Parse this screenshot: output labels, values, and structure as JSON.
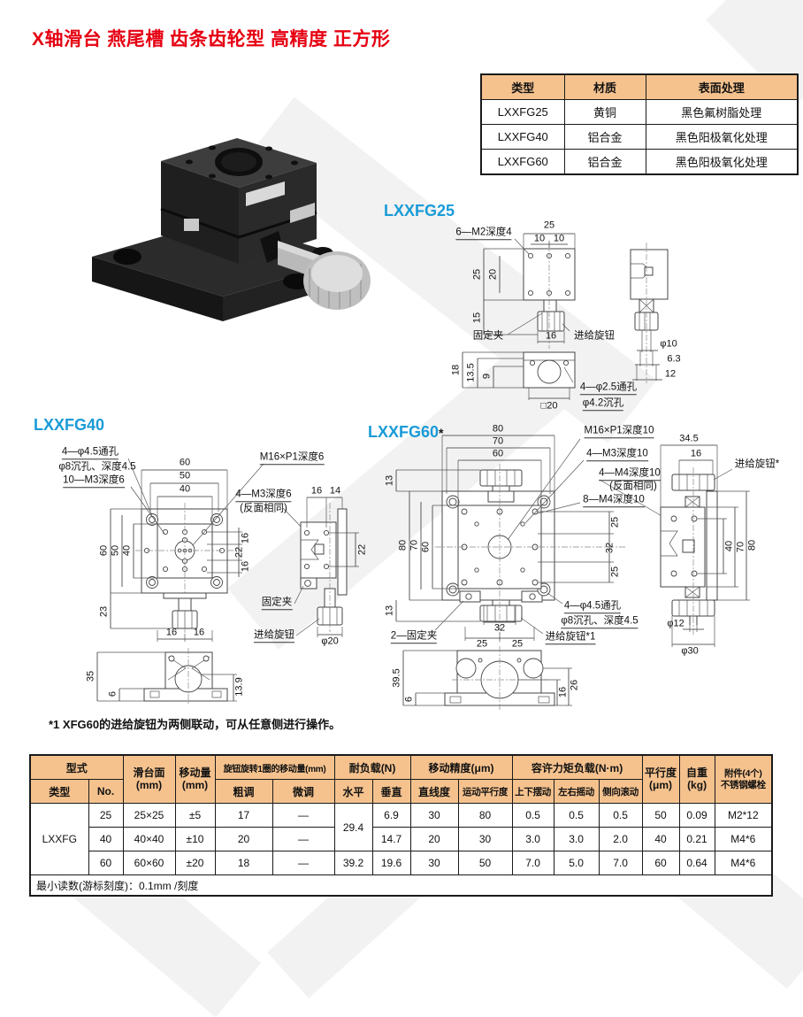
{
  "page": {
    "title": "X轴滑台 燕尾槽 齿条齿轮型 高精度 正方形",
    "footnote": "*1 XFG60的进给旋钮为两侧联动，可从任意侧进行操作。"
  },
  "colors": {
    "accent_red": "#e60012",
    "accent_blue": "#1a9bd7",
    "table_header": "#f5c28e"
  },
  "material_table": {
    "headers": [
      "类型",
      "材质",
      "表面处理"
    ],
    "rows": [
      [
        "LXXFG25",
        "黄铜",
        "黑色氟树脂处理"
      ],
      [
        "LXXFG40",
        "铝合金",
        "黑色阳极氧化处理"
      ],
      [
        "LXXFG60",
        "铝合金",
        "黑色阳极氧化处理"
      ]
    ]
  },
  "drawings": {
    "fg25": {
      "title": "LXXFG25",
      "ann_tap": "6—M2深度4",
      "dim_top25": "25",
      "dim_top10a": "10",
      "dim_top10b": "10",
      "dim_left25": "25",
      "dim_left20": "20",
      "dim_left15": "15",
      "clamp": "固定夹",
      "dim_16": "16",
      "knob": "进给旋钮",
      "dim_18": "18",
      "dim_135": "13.5",
      "dim_9": "9",
      "dim_sq20": "□20",
      "ann_thru": "4—φ2.5通孔",
      "ann_cbore": "φ4.2沉孔",
      "dim_d10": "φ10",
      "dim_63": "6.3",
      "dim_12": "12"
    },
    "fg40": {
      "title": "LXXFG40",
      "ann_thru": "4—φ4.5通孔",
      "ann_cbore": "φ8沉孔、深度4.5",
      "ann_tap": "10—M3深度6",
      "ann_center": "M16×P1深度6",
      "ann_side": "4—M3深度6",
      "ann_side2": "(反面相同)",
      "dim_t60": "60",
      "dim_t50": "50",
      "dim_t40": "40",
      "dim_l60": "60",
      "dim_l50": "50",
      "dim_l40": "40",
      "dim_l23": "23",
      "dim_b16a": "16",
      "dim_b16b": "16",
      "dim_r16a": "16",
      "dim_r22": "22",
      "dim_r16b": "16",
      "sv_16": "16",
      "sv_14": "14",
      "sv_22": "22",
      "clamp": "固定夹",
      "knob": "进给旋钮",
      "dim_d20": "φ20",
      "bv_35": "35",
      "bv_6": "6",
      "bv_139": "13.9"
    },
    "fg60": {
      "title": "LXXFG60",
      "title_star": "*",
      "dim_t80": "80",
      "dim_t70": "70",
      "dim_t60": "60",
      "ann_center": "M16×P1深度10",
      "ann_m3": "4—M3深度10",
      "ann_m4": "4—M4深度10",
      "ann_m4b": "(反面相同)",
      "ann_m4_8": "8—M4深度10",
      "dim_l13t": "13",
      "dim_l80": "80",
      "dim_l70": "70",
      "dim_l60": "60",
      "dim_l13b": "13",
      "dim_r25t": "25",
      "dim_r32": "32",
      "dim_r25b": "25",
      "dim_b32": "32",
      "dim_b25a": "25",
      "dim_b25b": "25",
      "clamp": "2—固定夹",
      "ann_thru": "4—φ4.5通孔",
      "ann_cbore": "φ8沉孔、深度4.5",
      "knob": "进给旋钮*1",
      "sv_345": "34.5",
      "sv_16": "16",
      "sv_knob": "进给旋钮*",
      "sv_40": "40",
      "sv_70": "70",
      "sv_80": "80",
      "sv_d12": "φ12",
      "sv_d30": "φ30",
      "bv_395": "39.5",
      "bv_6": "6",
      "bv_16": "16",
      "bv_26": "26"
    }
  },
  "spec_table": {
    "header": {
      "group_model": "型式",
      "col_type": "类型",
      "col_no": "No.",
      "col_surface_l1": "滑台面",
      "col_surface_l2": "(mm)",
      "col_travel_l1": "移动量",
      "col_travel_l2": "(mm)",
      "group_knob": "旋钮旋转1圈的移动量(mm)",
      "col_coarse": "粗调",
      "col_fine": "微调",
      "group_load": "耐负载(N)",
      "col_horiz": "水平",
      "col_vert": "垂直",
      "group_accuracy": "移动精度(μm)",
      "col_straight": "直线度",
      "col_motion": "运动平行度",
      "group_moment": "容许力矩负载(N·m)",
      "col_pitch": "上下摆动",
      "col_yaw": "左右摇动",
      "col_roll": "侧向滚动",
      "col_parallel_l1": "平行度",
      "col_parallel_l2": "(μm)",
      "col_weight_l1": "自重",
      "col_weight_l2": "(kg)",
      "col_acc_l1": "附件(4个)",
      "col_acc_l2": "不锈钢螺栓"
    },
    "model": "LXXFG",
    "rows": [
      {
        "no": "25",
        "surface": "25×25",
        "travel": "±5",
        "coarse": "17",
        "fine": "—",
        "horiz": "29.4",
        "vert": "6.9",
        "straight": "30",
        "motion": "80",
        "pitch": "0.5",
        "yaw": "0.5",
        "roll": "0.5",
        "parallel": "50",
        "weight": "0.09",
        "acc": "M2*12"
      },
      {
        "no": "40",
        "surface": "40×40",
        "travel": "±10",
        "coarse": "20",
        "fine": "—",
        "vert": "14.7",
        "straight": "20",
        "motion": "30",
        "pitch": "3.0",
        "yaw": "3.0",
        "roll": "2.0",
        "parallel": "40",
        "weight": "0.21",
        "acc": "M4*6"
      },
      {
        "no": "60",
        "surface": "60×60",
        "travel": "±20",
        "coarse": "18",
        "fine": "—",
        "horiz": "39.2",
        "vert": "19.6",
        "straight": "30",
        "motion": "50",
        "pitch": "7.0",
        "yaw": "5.0",
        "roll": "7.0",
        "parallel": "60",
        "weight": "0.64",
        "acc": "M4*6"
      }
    ],
    "footer": "最小读数(游标刻度)：0.1mm /刻度"
  }
}
